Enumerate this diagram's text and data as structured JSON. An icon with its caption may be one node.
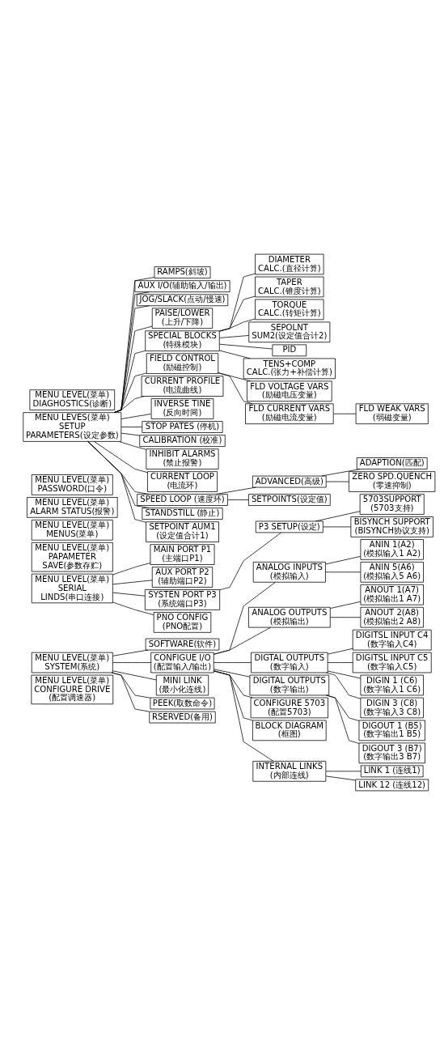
{
  "diagram": {
    "nodes": [
      {
        "text": [
          "MENU LEVEL(菜单) DIAGHOSTICS(诊断)"
        ]
      },
      {
        "text": [
          "MENU LEVES(菜单) SETUP PARAMETERS(设定参数)"
        ]
      },
      {
        "text": [
          "RAMPS(斜坡)"
        ]
      },
      {
        "text": [
          "AUX I/O(辅助输入/输出)"
        ]
      },
      {
        "text": [
          "JOG/SLACK(点动/慢速)"
        ]
      },
      {
        "text": [
          "PAISE/LOWER (上升/下降)"
        ]
      },
      {
        "text": [
          "SPECIAL BLOCKS (特殊模块)"
        ]
      },
      {
        "text": [
          "DIAMETER CALC.(直径计算)"
        ]
      },
      {
        "text": [
          "TAPER CALC.(锥度计算)"
        ]
      },
      {
        "text": [
          "TORQUE CALC.(转矩计算)"
        ]
      },
      {
        "text": [
          "SEPOLNT SUM2(设定值合计2)"
        ]
      },
      {
        "text": [
          "PID"
        ]
      },
      {
        "text": [
          "TENS+COMP CALC.(张力+补偿计算)"
        ]
      },
      {
        "text": [
          "FIELD CONTROL (励磁控制)"
        ]
      },
      {
        "text": [
          "FLD VOLTAGE VARS (励磁电压变量)"
        ]
      },
      {
        "text": [
          "FLD CURRENT VARS (励磁电流变量)"
        ]
      },
      {
        "text": [
          "FLD WEAK VARS (弱磁变量)"
        ]
      },
      {
        "text": [
          "CURRENT PROFILE (电流曲线)"
        ]
      },
      {
        "text": [
          "INVERSE TINE (反向时间)"
        ]
      },
      {
        "text": [
          "STOP PATES (停机)"
        ]
      },
      {
        "text": [
          "CALIBRATION (校准)"
        ]
      },
      {
        "text": [
          "INHIBIT ALARMS (禁止报警)"
        ]
      },
      {
        "text": [
          "CURRENT LOOP (电流环)"
        ]
      },
      {
        "text": [
          "SPEED LOOP (速度环)"
        ]
      },
      {
        "text": [
          "ADVANCED(高级)"
        ]
      },
      {
        "text": [
          "ADAPTION(匹配)"
        ]
      },
      {
        "text": [
          "ZERO SPD.QUENCH (零速抑制)"
        ]
      },
      {
        "text": [
          "SETPOINTS(设定值)"
        ]
      },
      {
        "text": [
          "STANDSTILL (静止)"
        ]
      },
      {
        "text": [
          "SETPOINT AUM1 (设定值合计1)"
        ]
      },
      {
        "text": [
          "MENU LEVEL(菜单) PASSWORD(口令)"
        ]
      },
      {
        "text": [
          "MENU LEVEL(菜单) ALARM STATUS(报警)"
        ]
      },
      {
        "text": [
          "MENU LEVEL(菜单) MENUS(菜单)"
        ]
      },
      {
        "text": [
          "MENU LEVEL(菜单) PAPAMETER SAVE(参数存贮)"
        ]
      },
      {
        "text": [
          "MENU LEVEL(菜单) SERIAL LINDS(串口连接)"
        ]
      },
      {
        "text": [
          "MAIN PORT P1 (主端口P1)"
        ]
      },
      {
        "text": [
          "AUX PORT P2 (辅助端口P2)"
        ]
      },
      {
        "text": [
          "SYSTEN PORT P3 (系统端口P3)"
        ]
      },
      {
        "text": [
          "P3 SETUP(设定)"
        ]
      },
      {
        "text": [
          "5703SUPPORT (5703支持)"
        ]
      },
      {
        "text": [
          "BISYNCH SUPPORT (BISYNCH协议支持)"
        ]
      },
      {
        "text": [
          "PNO CONFIG (PNO配置)"
        ]
      },
      {
        "text": [
          "MENU LEVEL(菜单) SYSTEM(系统)"
        ]
      },
      {
        "text": [
          "SOFTWARE(软件)"
        ]
      },
      {
        "text": [
          "CONFIGUE I/O (配置输入/输出)"
        ]
      },
      {
        "text": [
          "ANALOG INPUTS (模拟输入)"
        ]
      },
      {
        "text": [
          "ANIN 1(A2) (模拟输入1 A2)"
        ]
      },
      {
        "text": [
          "ANIN 5(A6) (模拟输入5 A6)"
        ]
      },
      {
        "text": [
          "ANALOG OUTPUTS (模拟输出)"
        ]
      },
      {
        "text": [
          "ANOUT 1(A7) (模拟输出1 A7)"
        ]
      },
      {
        "text": [
          "ANOUT 2(A8) (模拟输出2 A8)"
        ]
      },
      {
        "text": [
          "DIGTAL OUTPUTS (数字输入)"
        ]
      },
      {
        "text": [
          "DIGITSL INPUT C4 (数字输入C4)"
        ]
      },
      {
        "text": [
          "DIGITSL INPUT C5 (数字输入C5)"
        ]
      },
      {
        "text": [
          "DIGIN 1 (C6) (数字输入1 C6)"
        ]
      },
      {
        "text": [
          "DIGIN 3 (C8) (数字输入3 C8)"
        ]
      },
      {
        "text": [
          "DIGITAL OUTPUTS (数字输出)"
        ]
      },
      {
        "text": [
          "DIGOUT 1 (B5) (数字输出1 B5)"
        ]
      },
      {
        "text": [
          "DIGOUT 3 (B7) (数字输出3 B7)"
        ]
      },
      {
        "text": [
          "CONFIGURE 5703 (配置5703)"
        ]
      },
      {
        "text": [
          "BLOCK DIAGRAM (框图)"
        ]
      },
      {
        "text": [
          "INTERNAL LINKS (内部连线)"
        ]
      },
      {
        "text": [
          "LINK 1 (连线1)"
        ]
      },
      {
        "text": [
          "LINK 12 (连线12)"
        ]
      },
      {
        "text": [
          "MINI LINK (最小化连线)"
        ]
      },
      {
        "text": [
          "PEEK(取数命令)"
        ]
      },
      {
        "text": [
          "RSERVED(备用)"
        ]
      },
      {
        "text": [
          "MENU LEVEL(菜单) CONFIGURE DRIVE (配置调速器)"
        ]
      }
    ],
    "edges": [
      {
        "from": 1,
        "to": 2,
        "arrow": "none"
      },
      {
        "from": 1,
        "to": 3,
        "arrow": "none"
      },
      {
        "from": 1,
        "to": 4,
        "arrow": "none"
      },
      {
        "from": 1,
        "to": 5,
        "arrow": "none"
      },
      {
        "from": 1,
        "to": 6,
        "arrow": "none"
      },
      {
        "from": 6,
        "to": 7,
        "arrow": "none"
      },
      {
        "from": 6,
        "to": 8,
        "arrow": "none"
      },
      {
        "from": 6,
        "to": 9,
        "arrow": "none"
      },
      {
        "from": 6,
        "to": 10,
        "arrow": "none"
      },
      {
        "from": 6,
        "to": 11,
        "arrow": "none"
      },
      {
        "from": 6,
        "to": 12,
        "arrow": "none"
      },
      {
        "from": 1,
        "to": 13,
        "arrow": "none"
      },
      {
        "from": 13,
        "to": 14,
        "arrow": "none"
      },
      {
        "from": 13,
        "to": 15,
        "arrow": "none"
      },
      {
        "from": 15,
        "to": 16,
        "arrow": "none"
      },
      {
        "from": 1,
        "to": 17,
        "arrow": "none"
      },
      {
        "from": 1,
        "to": 18,
        "arrow": "none"
      },
      {
        "from": 1,
        "to": 19,
        "arrow": "none"
      },
      {
        "from": 1,
        "to": 20,
        "arrow": "none"
      },
      {
        "from": 1,
        "to": 21,
        "arrow": "none"
      },
      {
        "from": 1,
        "to": 22,
        "arrow": "none"
      },
      {
        "from": 1,
        "to": 23,
        "arrow": "none"
      },
      {
        "from": 23,
        "to": 24,
        "arrow": "none"
      },
      {
        "from": 24,
        "to": 25,
        "arrow": "none"
      },
      {
        "from": 24,
        "to": 26,
        "arrow": "none"
      },
      {
        "from": 23,
        "to": 27,
        "arrow": "none"
      },
      {
        "from": 1,
        "to": 28,
        "arrow": "none"
      },
      {
        "from": 1,
        "to": 29,
        "arrow": "none"
      },
      {
        "from": 34,
        "to": 35,
        "arrow": "none"
      },
      {
        "from": 34,
        "to": 36,
        "arrow": "none"
      },
      {
        "from": 34,
        "to": 37,
        "arrow": "none"
      },
      {
        "from": 37,
        "to": 38,
        "arrow": "none"
      },
      {
        "from": 38,
        "to": 39,
        "arrow": "none"
      },
      {
        "from": 38,
        "to": 40,
        "arrow": "none"
      },
      {
        "from": 34,
        "to": 41,
        "arrow": "none"
      },
      {
        "from": 42,
        "to": 43,
        "arrow": "none"
      },
      {
        "from": 42,
        "to": 44,
        "arrow": "none"
      },
      {
        "from": 44,
        "to": 45,
        "arrow": "none"
      },
      {
        "from": 45,
        "to": 46,
        "arrow": "none"
      },
      {
        "from": 45,
        "to": 47,
        "arrow": "none"
      },
      {
        "from": 44,
        "to": 48,
        "arrow": "none"
      },
      {
        "from": 48,
        "to": 49,
        "arrow": "none"
      },
      {
        "from": 48,
        "to": 50,
        "arrow": "none"
      },
      {
        "from": 44,
        "to": 51,
        "arrow": "none"
      },
      {
        "from": 51,
        "to": 52,
        "arrow": "none"
      },
      {
        "from": 51,
        "to": 53,
        "arrow": "none"
      },
      {
        "from": 51,
        "to": 54,
        "arrow": "none"
      },
      {
        "from": 51,
        "to": 55,
        "arrow": "none"
      },
      {
        "from": 44,
        "to": 56,
        "arrow": "none"
      },
      {
        "from": 56,
        "to": 57,
        "arrow": "none"
      },
      {
        "from": 56,
        "to": 58,
        "arrow": "none"
      },
      {
        "from": 44,
        "to": 59,
        "arrow": "none"
      },
      {
        "from": 44,
        "to": 60,
        "arrow": "none"
      },
      {
        "from": 44,
        "to": 61,
        "arrow": "none"
      },
      {
        "from": 61,
        "to": 62,
        "arrow": "none"
      },
      {
        "from": 61,
        "to": 63,
        "arrow": "none"
      },
      {
        "from": 42,
        "to": 64,
        "arrow": "none"
      },
      {
        "from": 42,
        "to": 65,
        "arrow": "none"
      },
      {
        "from": 42,
        "to": 66,
        "arrow": "none"
      }
    ]
  }
}
